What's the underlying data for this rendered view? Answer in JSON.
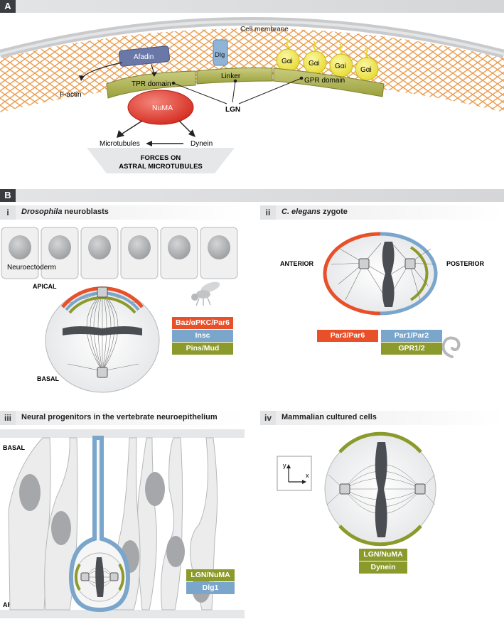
{
  "panel_a": {
    "letter": "A",
    "cell_membrane": "Cell membrane",
    "afadin": "Afadin",
    "dlg": "Dlg",
    "gai": [
      "Gαi",
      "Gαi",
      "Gαi",
      "Gαi"
    ],
    "tpr": "TPR domain",
    "linker": "Linker",
    "gpr": "GPR domain",
    "lgn": "LGN",
    "numa": "NuMA",
    "factin": "F-actin",
    "microtubules": "Microtubules",
    "dynein": "Dynein",
    "forces_1": "FORCES ON",
    "forces_2": "ASTRAL MICROTUBULES"
  },
  "panel_b": {
    "letter": "B",
    "i": {
      "num": "i",
      "title_italic": "Drosophila",
      "title_rest": " neuroblasts",
      "neuroectoderm": "Neuroectoderm",
      "apical": "APICAL",
      "basal": "BASAL",
      "labels": [
        "Baz/αPKC/Par6",
        "Insc",
        "Pins/Mud"
      ]
    },
    "ii": {
      "num": "ii",
      "title_italic": "C. elegans",
      "title_rest": " zygote",
      "anterior": "ANTERIOR",
      "posterior": "POSTERIOR",
      "labels": [
        "Par3/Par6",
        "Par1/Par2",
        "GPR1/2"
      ]
    },
    "iii": {
      "num": "iii",
      "title": "Neural progenitors in the vertebrate neuroepithelium",
      "basal": "BASAL",
      "apical": "APICAL",
      "labels": [
        "LGN/NuMA",
        "Dlg1"
      ]
    },
    "iv": {
      "num": "iv",
      "title": "Mammalian cultured cells",
      "axis_y": "y",
      "axis_x": "x",
      "labels": [
        "LGN/NuMA",
        "Dynein"
      ]
    }
  },
  "colors": {
    "red": "#e8502a",
    "blue": "#7aa6cc",
    "olive": "#8b9a2a",
    "gai_yellow": "#f1ea4a",
    "afadin": "#6a78a8",
    "chromosome": "#4a4d52"
  }
}
